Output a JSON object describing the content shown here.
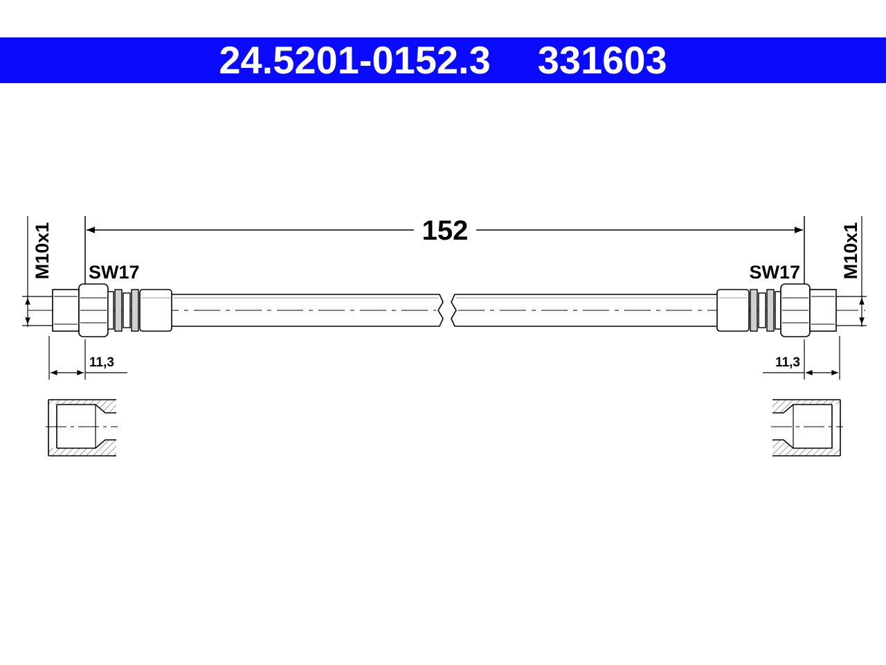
{
  "header": {
    "part_number": "24.5201-0152.3",
    "code": "331603",
    "background_color": "#0a0aff",
    "text_color": "#ffffff"
  },
  "drawing": {
    "length_label": "152",
    "left": {
      "thread_label": "M10x1",
      "wrench_label": "SW17",
      "depth_label": "11,3"
    },
    "right": {
      "thread_label": "M10x1",
      "wrench_label": "SW17",
      "depth_label": "11,3"
    }
  }
}
